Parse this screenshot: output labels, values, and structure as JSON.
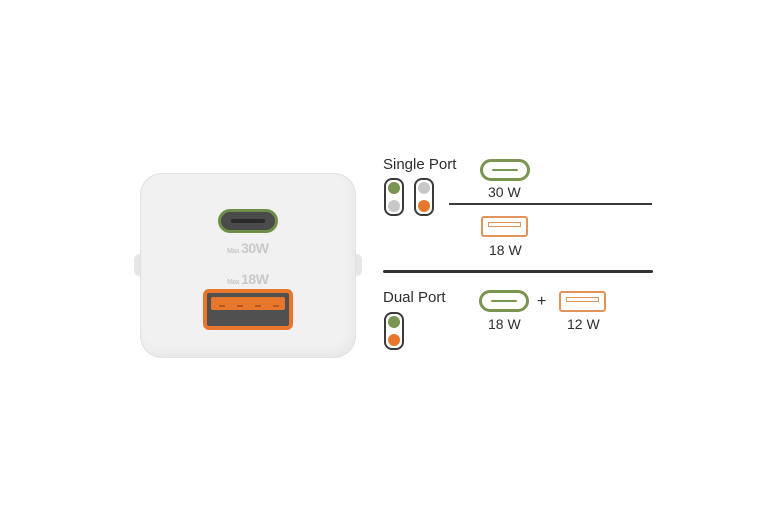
{
  "colors": {
    "green": "#7a9451",
    "orange": "#e8772e",
    "gray": "#c8c8c8",
    "charger": "#f1f1f1"
  },
  "charger": {
    "usbc_label_prefix": "Max",
    "usbc_label_value": "30W",
    "usba_label_prefix": "Max",
    "usba_label_value": "18W"
  },
  "single_port": {
    "heading": "Single Port",
    "usbc_watt": "30 W",
    "usba_watt": "18 W"
  },
  "dual_port": {
    "heading": "Dual Port",
    "usbc_watt": "18 W",
    "plus": "+",
    "usba_watt": "12 W"
  },
  "icons": {
    "usbc": "usb-c-port-icon",
    "usba": "usb-a-port-icon",
    "led": "led-indicator-icon"
  }
}
